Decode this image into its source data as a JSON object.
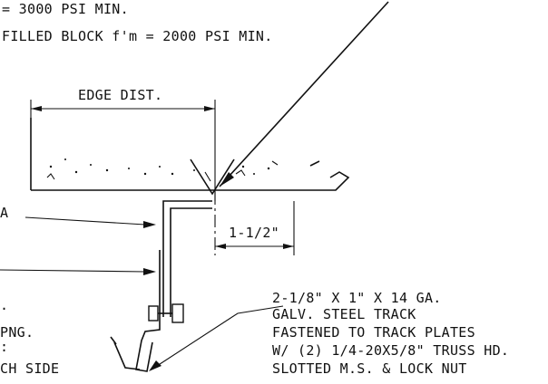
{
  "notes": {
    "line1": "= 3000 PSI MIN.",
    "line2": "FILLED BLOCK f'm = 2000 PSI MIN."
  },
  "dimensions": {
    "edge_distance": "EDGE DIST.",
    "offset": "1-1/2\""
  },
  "left_labels": {
    "a_fragment": "A",
    "l1": ".",
    "l2": "PNG.",
    "l3": ":",
    "l4": "CH SIDE"
  },
  "track_callout": {
    "line1": "2-1/8\" X 1\" X 14 GA.",
    "line2": "GALV. STEEL TRACK",
    "line3": "FASTENED TO TRACK PLATES",
    "line4": "W/ (2) 1/4-20X5/8\" TRUSS HD.",
    "line5": "SLOTTED M.S. & LOCK NUT"
  },
  "colors": {
    "ink": "#111111",
    "paper": "#ffffff"
  }
}
